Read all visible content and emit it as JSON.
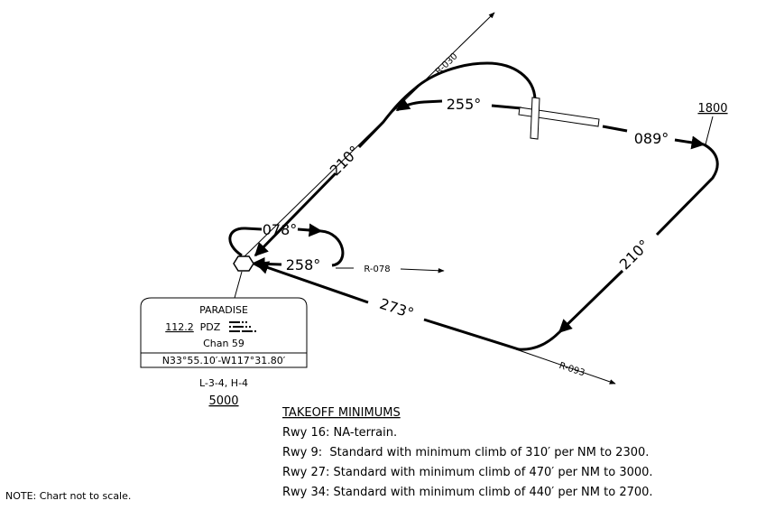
{
  "courses": {
    "c255": "255°",
    "c089": "089°",
    "c210_upper": "210°",
    "c210_right": "210°",
    "c078": "078°",
    "c258": "258°",
    "c273": "273°"
  },
  "radials": {
    "r030": "R-030",
    "r078": "R-078",
    "r093": "R-093"
  },
  "fix_altitude": "1800",
  "navaid": {
    "name": "PARADISE",
    "frequency": "112.2",
    "ident": "PDZ",
    "channel": "Chan 59",
    "coordinates": "N33°55.10′-W117°31.80′",
    "charts": "L-3-4, H-4",
    "altitude": "5000"
  },
  "takeoff": {
    "heading": "TAKEOFF MINIMUMS",
    "lines": [
      "Rwy 16: NA-terrain.",
      "Rwy 9:  Standard with minimum climb of 310′ per NM to 2300.",
      "Rwy 27: Standard with minimum climb of 470′ per NM to 3000.",
      "Rwy 34: Standard with minimum climb of 440′ per NM to 2700."
    ]
  },
  "note": "NOTE: Chart not to scale."
}
